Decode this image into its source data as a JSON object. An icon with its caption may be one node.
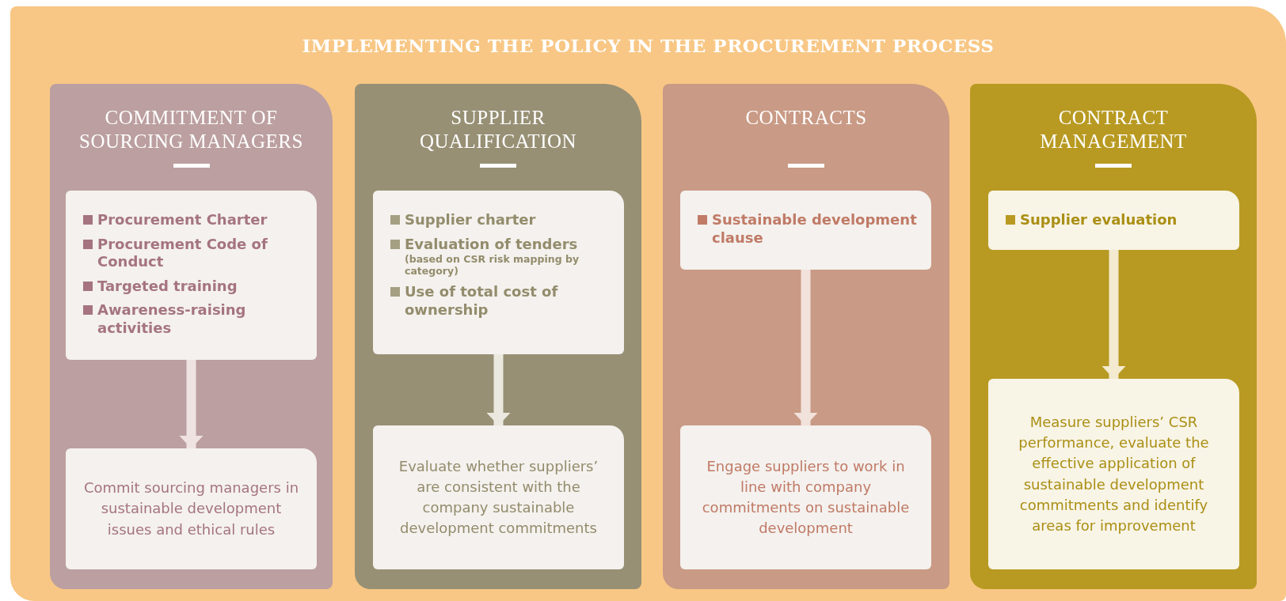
{
  "diagram": {
    "nodes": [
      {
        "text": [
          "IMPLEMENTING THE POLICY IN THE PROCUREMENT PROCESS"
        ]
      },
      {
        "text": [
          "COMMITMENT OF SOURCING MANAGERS"
        ],
        "in": 0
      },
      {
        "text": [
          "Procurement Charter",
          "Procurement Code of Conduct",
          "Targeted training",
          "Awareness-raising activities"
        ],
        "in": 1
      },
      {
        "text": [
          "Commit sourcing managers in sustainable development issues and ethical rules"
        ],
        "in": 1
      },
      {
        "text": [
          "SUPPLIER QUALIFICATION"
        ],
        "in": 0
      },
      {
        "text": [
          "Supplier charter",
          "Evaluation of tenders",
          "(based on CSR risk mapping by category)",
          "Use of total cost of ownership"
        ],
        "in": 4
      },
      {
        "text": [
          "Evaluate whether suppliers’ are consistent with the company sustainable development commitments"
        ],
        "in": 4
      },
      {
        "text": [
          "CONTRACTS"
        ],
        "in": 0
      },
      {
        "text": [
          "Sustainable development clause"
        ],
        "in": 7
      },
      {
        "text": [
          "Engage suppliers to work in line with company commitments on sustainable development"
        ],
        "in": 7
      },
      {
        "text": [
          "CONTRACT MANAGEMENT"
        ],
        "in": 0
      },
      {
        "text": [
          "Supplier evaluation"
        ],
        "in": 10
      },
      {
        "text": [
          "Measure suppliers’ CSR performance, evaluate the effective application of sustainable development commitments and identify areas for improvement"
        ],
        "in": 10
      }
    ],
    "edges": [
      {
        "from": 2,
        "to": 3,
        "arrow": "to"
      },
      {
        "from": 5,
        "to": 6,
        "arrow": "to"
      },
      {
        "from": 8,
        "to": 9,
        "arrow": "to"
      },
      {
        "from": 11,
        "to": 12,
        "arrow": "to"
      }
    ]
  }
}
